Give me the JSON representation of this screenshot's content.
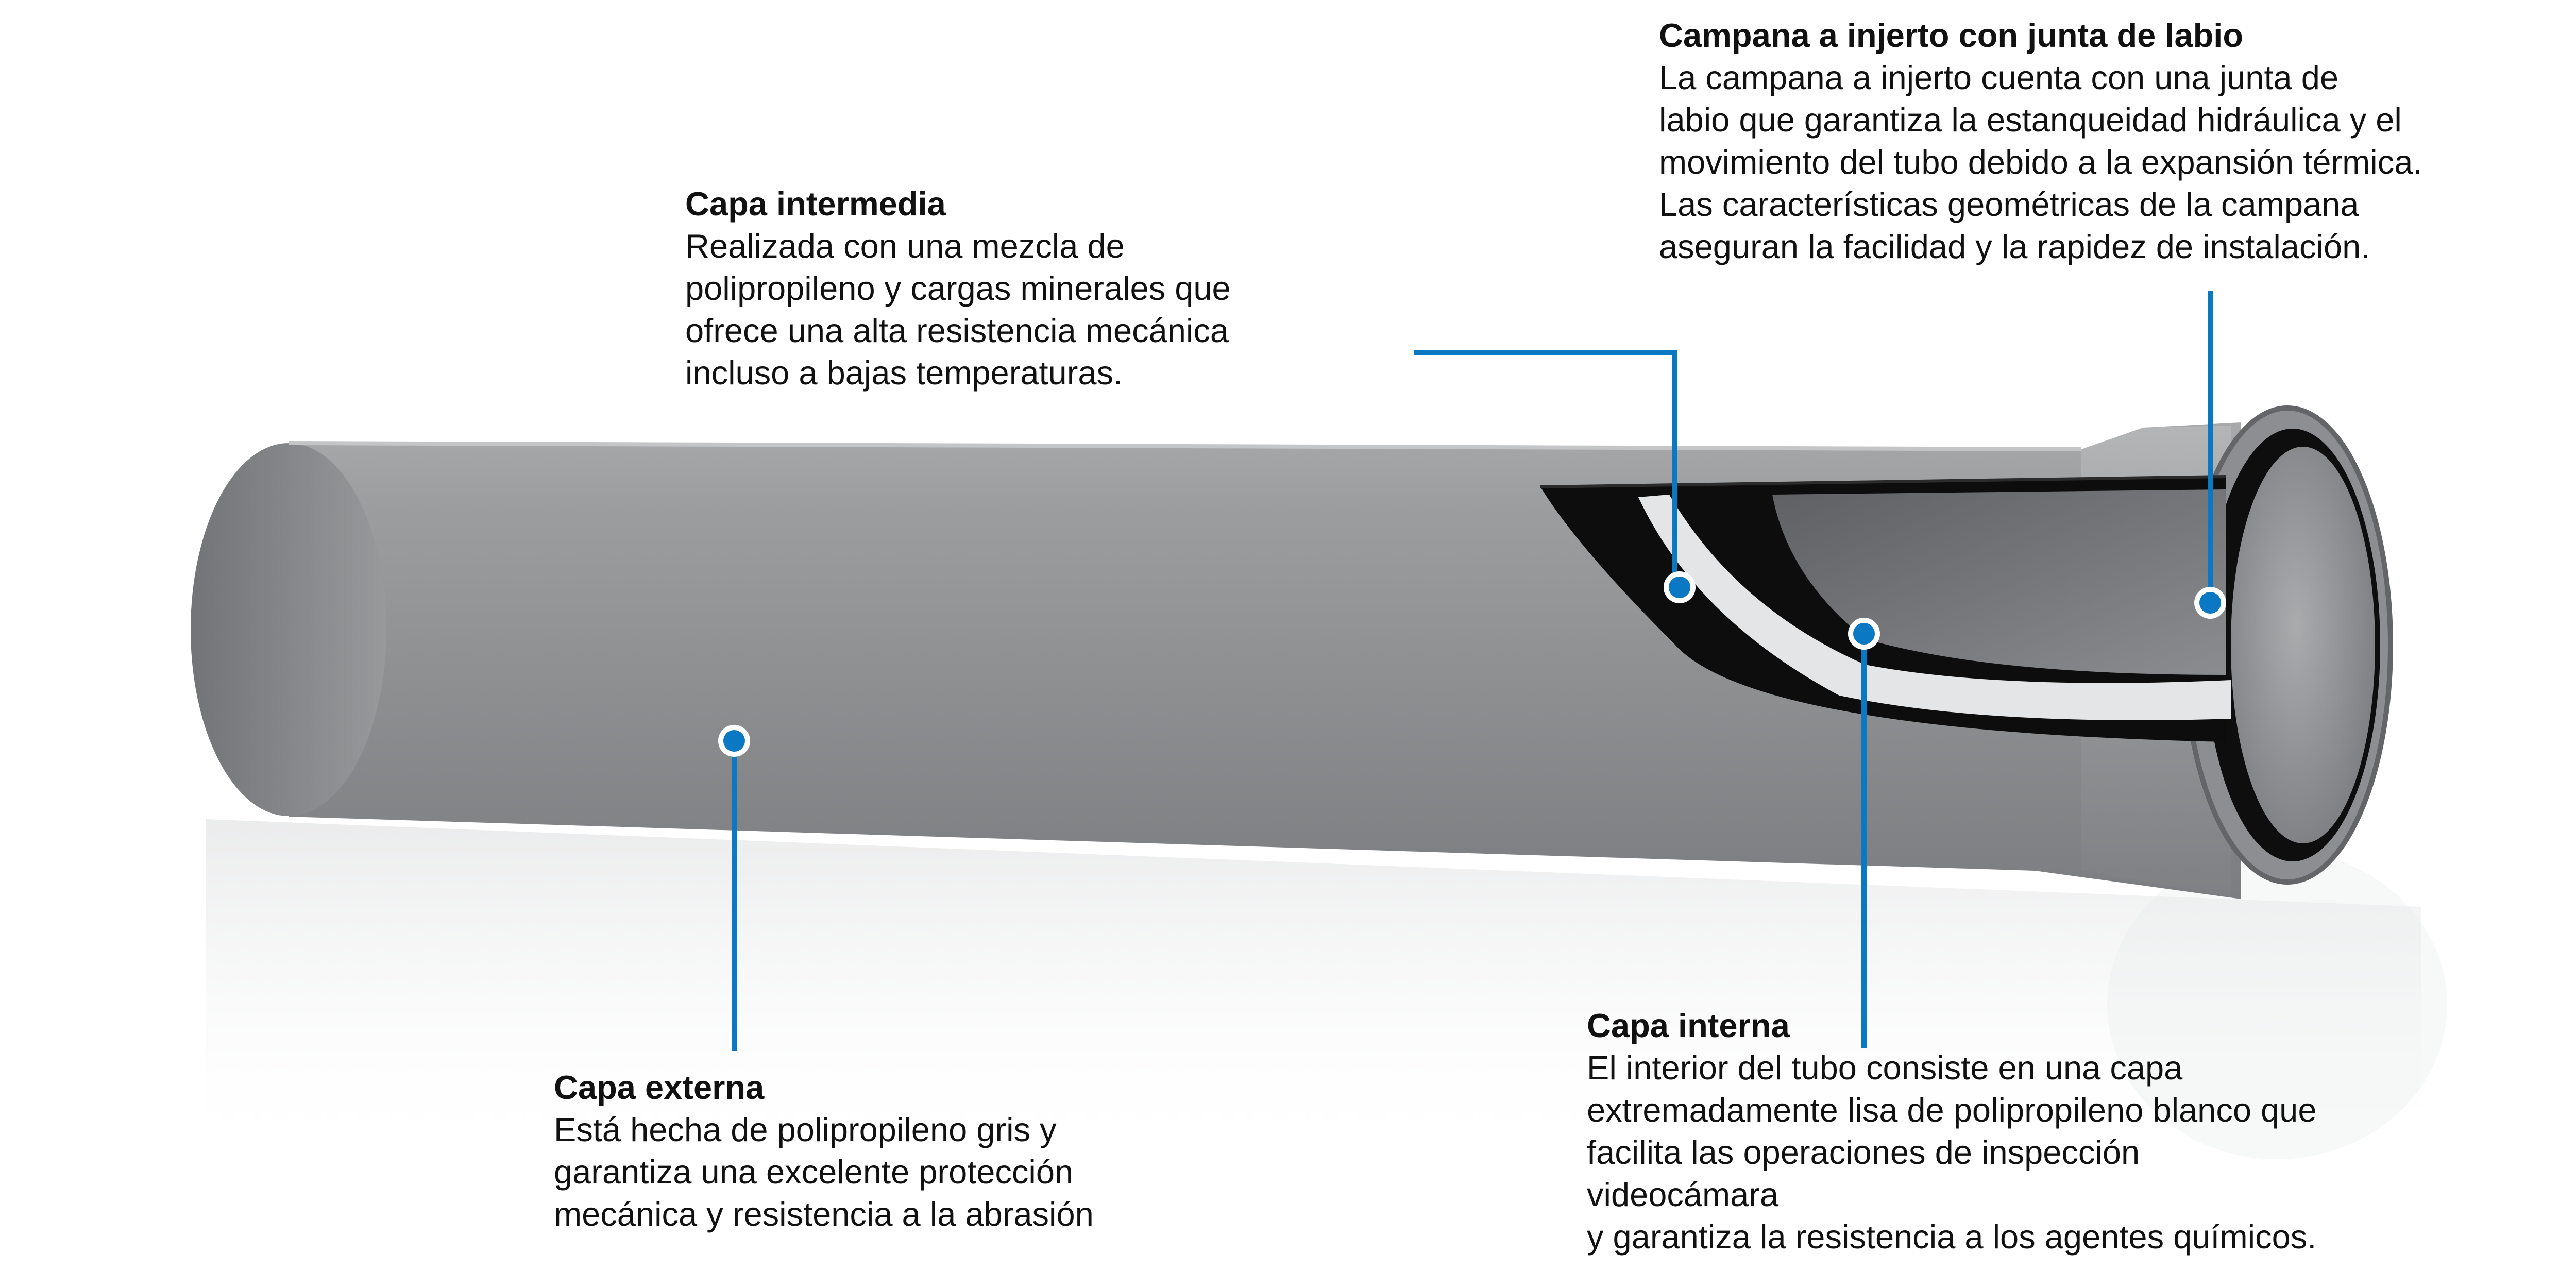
{
  "colors": {
    "accent": "#0a78c2",
    "pipe_gray": "#8f9193",
    "inner_black": "#0d0d0d",
    "inner_white": "#e4e5e6",
    "text": "#111111"
  },
  "callouts": {
    "intermedia": {
      "title": "Capa intermedia",
      "lines": [
        "Realizada con una mezcla de",
        "polipropileno y cargas minerales que",
        "ofrece una alta resistencia mecánica",
        "incluso a bajas temperaturas."
      ]
    },
    "campana": {
      "title": "Campana a injerto con junta de labio",
      "lines": [
        "La campana a injerto cuenta con una junta de",
        "labio que garantiza la estanqueidad hidráulica y el",
        "movimiento del tubo debido a la expansión térmica.",
        "Las características geométricas de la campana",
        "aseguran la facilidad y la rapidez de instalación."
      ]
    },
    "externa": {
      "title": "Capa externa",
      "lines": [
        "Está hecha de polipropileno gris y",
        "garantiza una excelente protección",
        "mecánica y resistencia a la abrasión"
      ]
    },
    "interna": {
      "title": "Capa interna",
      "lines": [
        "El interior del tubo consiste en una capa",
        "extremadamente lisa de polipropileno blanco que",
        "facilita las operaciones de inspección",
        "videocámara",
        "y garantiza la resistencia a los agentes químicos."
      ]
    }
  }
}
